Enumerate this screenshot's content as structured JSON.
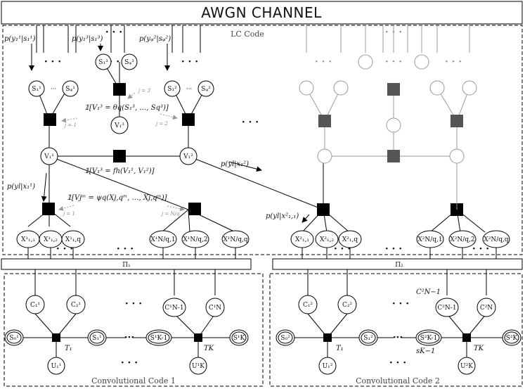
{
  "header": {
    "title": "AWGN CHANNEL"
  },
  "lc": {
    "label": "LC Code",
    "arrow_labels": [
      "p(y₁¹|s₁¹)",
      "p(y₁³|s₁³)",
      "p(yᵩ²|sᵩ²)"
    ],
    "s_labels": [
      "S₁¹",
      "Sᵩ¹",
      "S₁³",
      "Sᵩ³",
      "S₁²",
      "Sᵩ²"
    ],
    "v_labels": [
      "V₁³",
      "V₁¹",
      "V₁²"
    ],
    "x_labels": [
      "X¹₁,₁",
      "X¹₁,₂",
      "X¹₁,q",
      "X¹N/q,1",
      "X¹N/q,2",
      "X¹N/q,q",
      "X²₁,₁",
      "X²₁,₂",
      "X²₁,q",
      "X²N/q,1",
      "X²N/q,2",
      "X²N/q,q"
    ],
    "eq_theta": "𝟙[V₁³ = θq(S₁³, …, Sq³)]",
    "eq_fh": "𝟙[V₁³ = fh(V₁¹, V₁²)]",
    "eq_psi": "𝟙[Vjᵐ = ψq(Xj,qᵐ, …, Xj,qᵐ)]",
    "msg_labels": [
      "p(yl|x₁¹)",
      "p(yl|x₁²)",
      "p(yl|x²₁,₁)"
    ],
    "edge_labels": [
      "j = 3",
      "j = 1",
      "j = 2",
      "j = 1",
      "j = N/q"
    ]
  },
  "interleavers": [
    "Π₁",
    "Π₂"
  ],
  "cc1": {
    "caption": "Convolutional Code 1",
    "c_labels": [
      "C₁¹",
      "C₂¹",
      "C¹N-1",
      "C¹N"
    ],
    "s_labels": [
      "S₀¹",
      "S₁¹",
      "S¹K-1",
      "S¹K"
    ],
    "u_labels": [
      "U₁¹",
      "U¹K"
    ],
    "t_labels": [
      "T₁",
      "TK"
    ]
  },
  "cc2": {
    "caption": "Convolutional Code 2",
    "c_labels": [
      "C₁²",
      "C₂²",
      "C²N-1",
      "C²N"
    ],
    "c_extra": "C²N−1",
    "s_labels": [
      "S₀²",
      "S₁²",
      "S²K-1",
      "S²K"
    ],
    "s_extra": "sK−1",
    "u_labels": [
      "U₁²",
      "U²K"
    ],
    "t_labels": [
      "T₁",
      "TK"
    ]
  },
  "colors": {
    "black": "#000000",
    "gray": "#555555",
    "light": "#999999"
  }
}
